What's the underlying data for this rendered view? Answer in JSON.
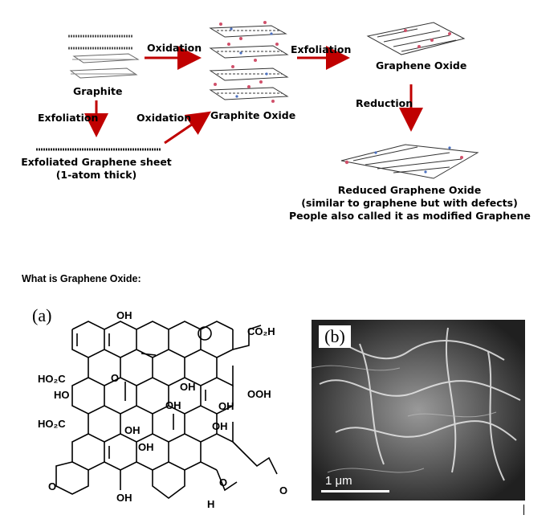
{
  "diagram": {
    "labels": {
      "graphite": "Graphite",
      "oxidation_top": "Oxidation",
      "exfoliation_top": "Exfoliation",
      "graphene_oxide": "Graphene Oxide",
      "exfoliation_left": "Exfoliation",
      "oxidation_bottom": "Oxidation",
      "graphite_oxide": "Graphite Oxide",
      "reduction": "Reduction",
      "exfoliated_line1": "Exfoliated Graphene sheet",
      "exfoliated_line2": "(1-atom thick)",
      "rgo_line1": "Reduced Graphene Oxide",
      "rgo_line2": "(similar to graphene but with defects)",
      "rgo_line3": "People also called it as modified Graphene"
    },
    "arrow_color": "#c00000"
  },
  "heading": "What is Graphene Oxide:",
  "structure": {
    "panel_label": "(a)",
    "groups": {
      "oh_top": "OH",
      "co2h": "CO₂H",
      "ho2c_1": "HO₂C",
      "o_1": "O",
      "ho_left": "HO",
      "oh_mid1": "OH",
      "oh_mid2": "OH",
      "ooh": "OOH",
      "ho2c_2": "HO₂C",
      "oh_mid3": "OH",
      "oh_mid4": "OH",
      "oh_mid5": "OH",
      "oh_mid6": "OH",
      "o_bottom_left": "O",
      "oh_bottom": "OH",
      "o_bottom_right": "O",
      "h_bottom": "H",
      "o_far_right": "O"
    }
  },
  "sem": {
    "panel_label": "(b)",
    "scale_label": "1 μm"
  }
}
